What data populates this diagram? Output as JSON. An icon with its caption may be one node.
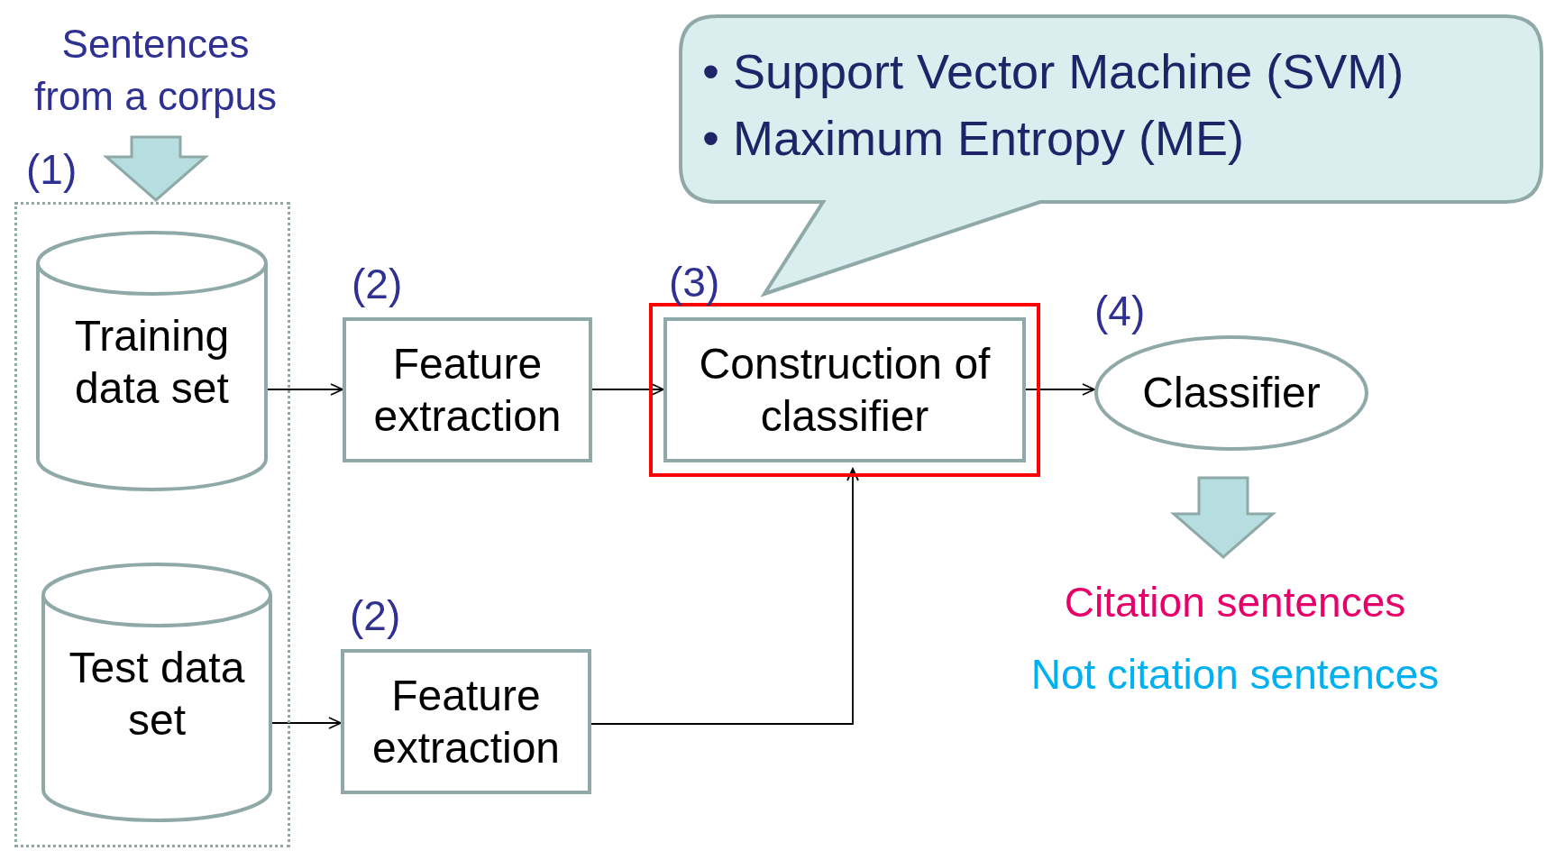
{
  "diagram": {
    "nodes": [
      {
        "text": [
          "Sentences from a corpus"
        ]
      },
      {
        "text": [
          "(1)"
        ]
      },
      {
        "text": [
          "Training data set"
        ],
        "in": 1
      },
      {
        "text": [
          "Test data set"
        ],
        "in": 1
      },
      {
        "text": [
          "(2)",
          "Feature extraction"
        ]
      },
      {
        "text": [
          "(2)",
          "Feature extraction"
        ]
      },
      {
        "text": [
          "(3)"
        ]
      },
      {
        "text": [
          "Construction of classifier"
        ],
        "in": 6
      },
      {
        "text": [
          "• Support Vector Machine (SVM)",
          "• Maximum Entropy (ME)"
        ]
      },
      {
        "text": [
          "(4)",
          "Classifier"
        ]
      },
      {
        "text": [
          "Citation sentences",
          "Not citation sentences"
        ]
      }
    ],
    "edges": [
      {
        "from": 0,
        "to": 1,
        "arrow": "to",
        "style": "thick",
        "color": "#b6dde0"
      },
      {
        "from": 2,
        "to": 4,
        "arrow": "to"
      },
      {
        "from": 3,
        "to": 5,
        "arrow": "to"
      },
      {
        "from": 4,
        "to": 7,
        "arrow": "to"
      },
      {
        "from": 5,
        "to": 7,
        "arrow": "to"
      },
      {
        "from": 7,
        "to": 9,
        "arrow": "to"
      },
      {
        "from": 9,
        "to": 10,
        "arrow": "to",
        "style": "thick",
        "color": "#b6dde0"
      }
    ]
  }
}
